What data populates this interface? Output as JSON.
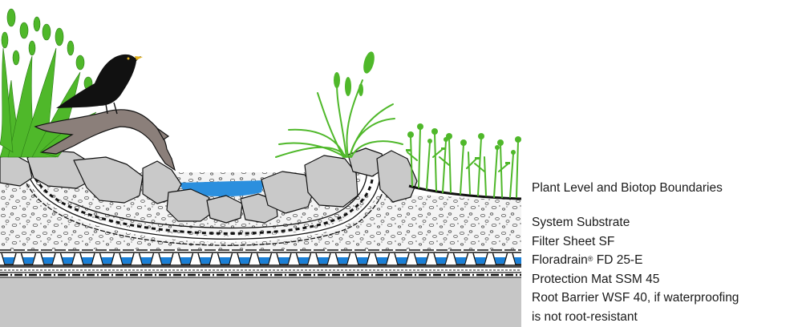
{
  "legend": {
    "plant_level": "Plant Level and Biotop Boundaries",
    "system_substrate": "System Substrate",
    "filter_sheet": "Filter Sheet SF",
    "floradrain_name": "Floradrain",
    "floradrain_mark": "®",
    "floradrain_rest": " FD 25-E",
    "protection_mat": "Protection Mat SSM 45",
    "root_barrier_line1": "Root Barrier WSF 40, if waterproofing",
    "root_barrier_line2": "is not root-resistant"
  },
  "colors": {
    "water": "#2b8fde",
    "plant_green": "#4fb82a",
    "stone_gray": "#c8c8c8",
    "substrate": "#f1f1f1",
    "concrete": "#c6c6c6",
    "drain_blue": "#1a7fd6",
    "bird": "#111111",
    "beak": "#e3b21e",
    "wood": "#8b7f7a"
  },
  "icons": [
    "blackbird-icon",
    "driftwood-icon",
    "grass-tuft-icon",
    "stone-icon"
  ]
}
